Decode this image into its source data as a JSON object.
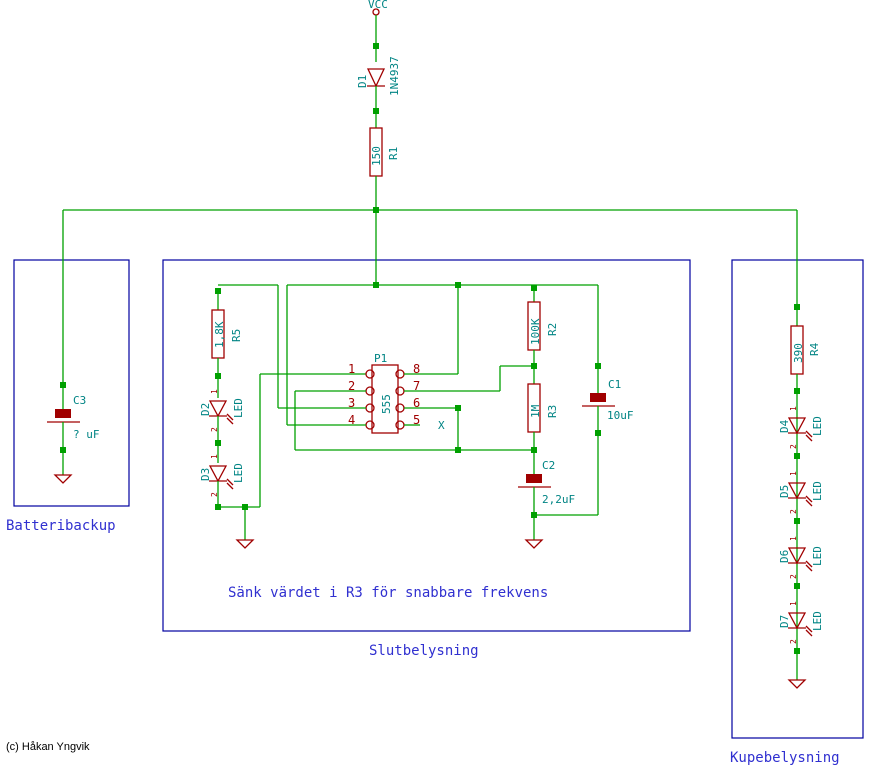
{
  "colors": {
    "wire": "#00a000",
    "component": "#a00000",
    "label": "#008484",
    "frame": "#0000a0",
    "text": "#3030d0"
  },
  "power": {
    "vcc": "VCC"
  },
  "components": {
    "d1": {
      "ref": "D1",
      "value": "1N4937"
    },
    "r1": {
      "ref": "R1",
      "value": "150"
    },
    "r2": {
      "ref": "R2",
      "value": "100K"
    },
    "r3": {
      "ref": "R3",
      "value": "1M"
    },
    "r4": {
      "ref": "R4",
      "value": "390"
    },
    "r5": {
      "ref": "R5",
      "value": "1,8K"
    },
    "c1": {
      "ref": "C1",
      "value": "10uF"
    },
    "c2": {
      "ref": "C2",
      "value": "2,2uF"
    },
    "c3": {
      "ref": "C3",
      "value": "? uF"
    },
    "d2": {
      "ref": "D2",
      "value": "LED"
    },
    "d3": {
      "ref": "D3",
      "value": "LED"
    },
    "d4": {
      "ref": "D4",
      "value": "LED"
    },
    "d5": {
      "ref": "D5",
      "value": "LED"
    },
    "d6": {
      "ref": "D6",
      "value": "LED"
    },
    "d7": {
      "ref": "D7",
      "value": "LED"
    },
    "p1": {
      "ref": "P1",
      "value": "555"
    }
  },
  "pins": {
    "p1": "1",
    "p2": "2",
    "p3": "3",
    "p4": "4",
    "p5": "5",
    "p6": "6",
    "p7": "7",
    "p8": "8",
    "led_a": "1",
    "led_k": "2",
    "nc": "X"
  },
  "sections": {
    "battery": "Batteribackup",
    "slut": "Slutbelysning",
    "kupe": "Kupebelysning"
  },
  "note": "Sänk värdet i R3 för snabbare frekvens",
  "copyright": "(c) Håkan Yngvik"
}
